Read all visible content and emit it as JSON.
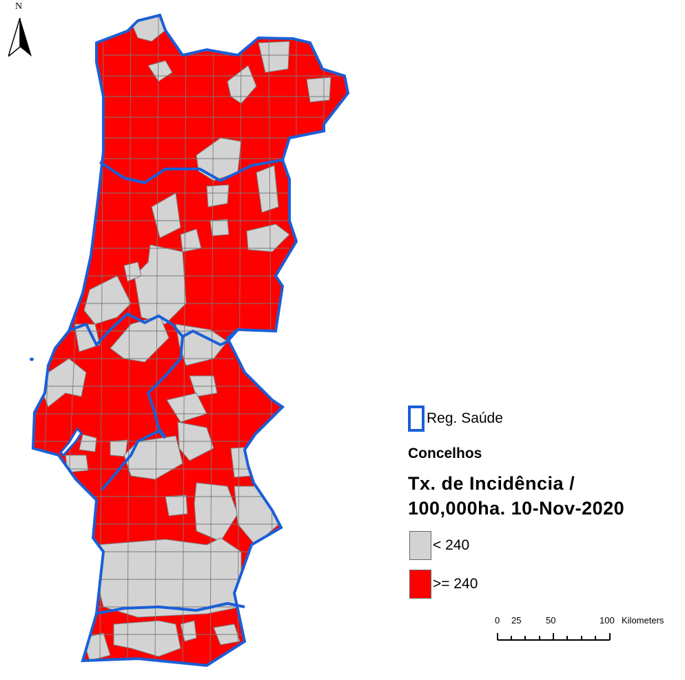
{
  "north": {
    "label": "N",
    "icon": "north-arrow-icon"
  },
  "legend": {
    "region_label": "Reg. Saúde",
    "layer_title": "Concelhos",
    "metric_title_1": "Tx. de Incidência /",
    "metric_title_2": "100,000ha. 10-Nov-2020",
    "classes": [
      {
        "label": "< 240",
        "color": "#d3d3d3"
      },
      {
        "label": ">= 240",
        "color": "#ff0000"
      }
    ],
    "region_outline_color": "#1a5fd6"
  },
  "scale": {
    "ticks": [
      "0",
      "25",
      "50",
      "100"
    ],
    "unit": "Kilometers"
  },
  "colors": {
    "high": "#ff0000",
    "low": "#d3d3d3",
    "border": "#1a5fd6",
    "municipal_line": "#7a7a7a"
  }
}
